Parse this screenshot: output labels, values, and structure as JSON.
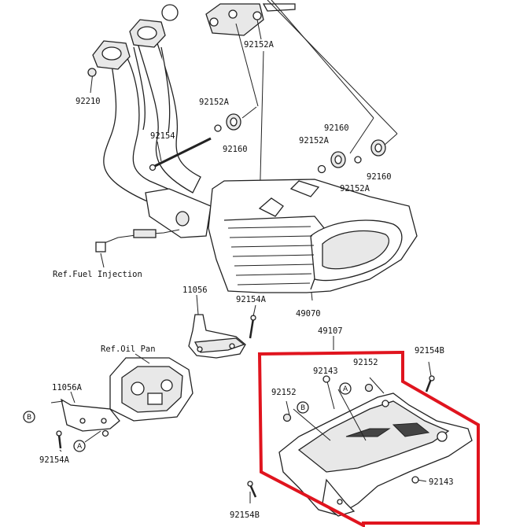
{
  "labels": {
    "p92152A_top": "92152A",
    "p92210": "92210",
    "p92152A_mid": "92152A",
    "p92160_left": "92160",
    "p92154_upper": "92154",
    "p92160_right_top": "92160",
    "p92152A_right": "92152A",
    "p92152A_right2": "92152A",
    "p92160_right": "92160",
    "ref_fuel": "Ref.Fuel Injection",
    "p11056": "11056",
    "p92154A_mid": "92154A",
    "p49070": "49070",
    "p49107": "49107",
    "ref_oil": "Ref.Oil Pan",
    "p92154B_right": "92154B",
    "p92143_top": "92143",
    "p92152_top": "92152",
    "p11056A": "11056A",
    "p92152_left": "92152",
    "p92143_right": "92143",
    "p92154A_bottom": "92154A",
    "p92154B_bottom": "92154B"
  },
  "markers": {
    "a": "A",
    "b": "B"
  },
  "colors": {
    "highlight": "#e0141e",
    "line": "#222222"
  }
}
